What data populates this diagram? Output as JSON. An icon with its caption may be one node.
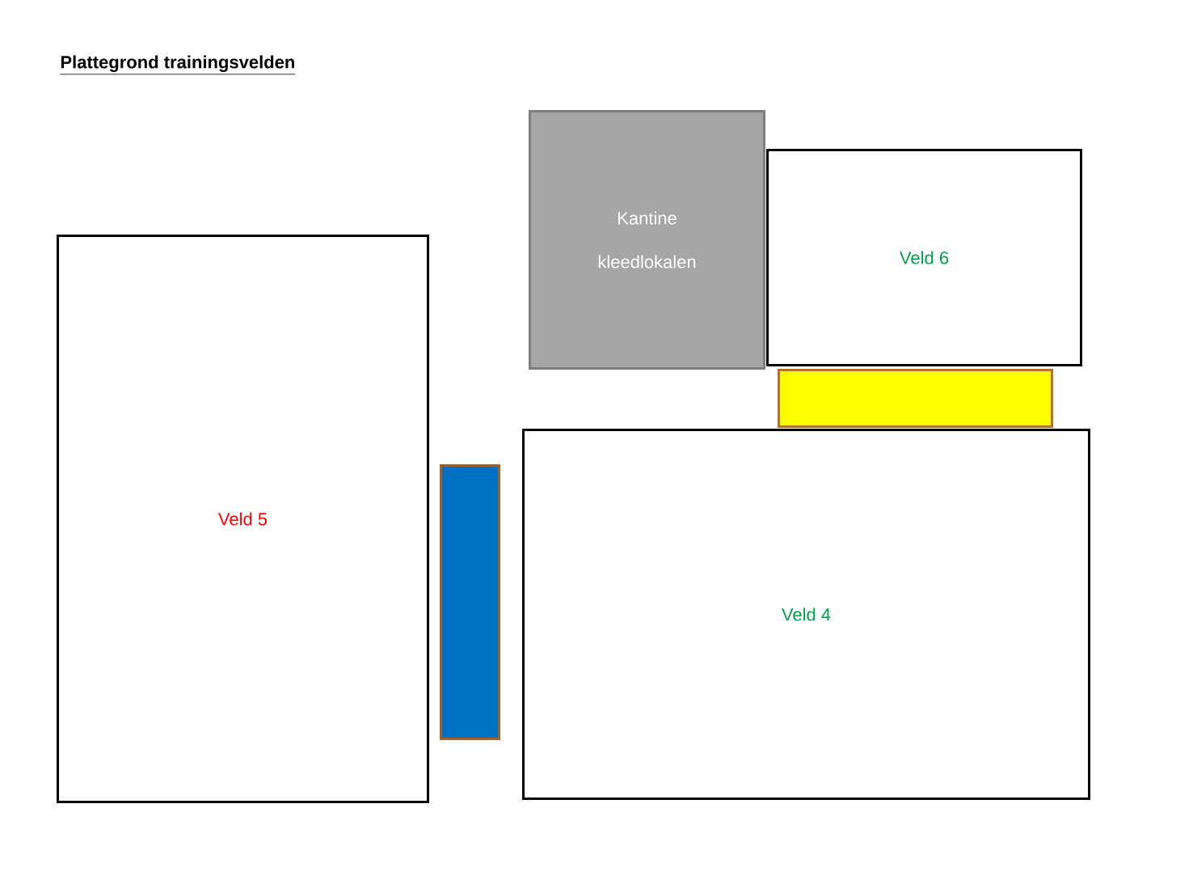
{
  "diagram": {
    "title": "Plattegrond trainingsvelden",
    "nodes": [
      {
        "text": [
          "Kantine",
          "kleedlokalen"
        ]
      },
      {
        "text": [
          "Veld 6"
        ]
      },
      {
        "text": [
          "Veld 5"
        ]
      },
      {
        "text": [],
        "shape": "bar"
      },
      {
        "text": [
          "Veld 4"
        ]
      },
      {
        "text": [],
        "shape": "bar"
      }
    ]
  }
}
